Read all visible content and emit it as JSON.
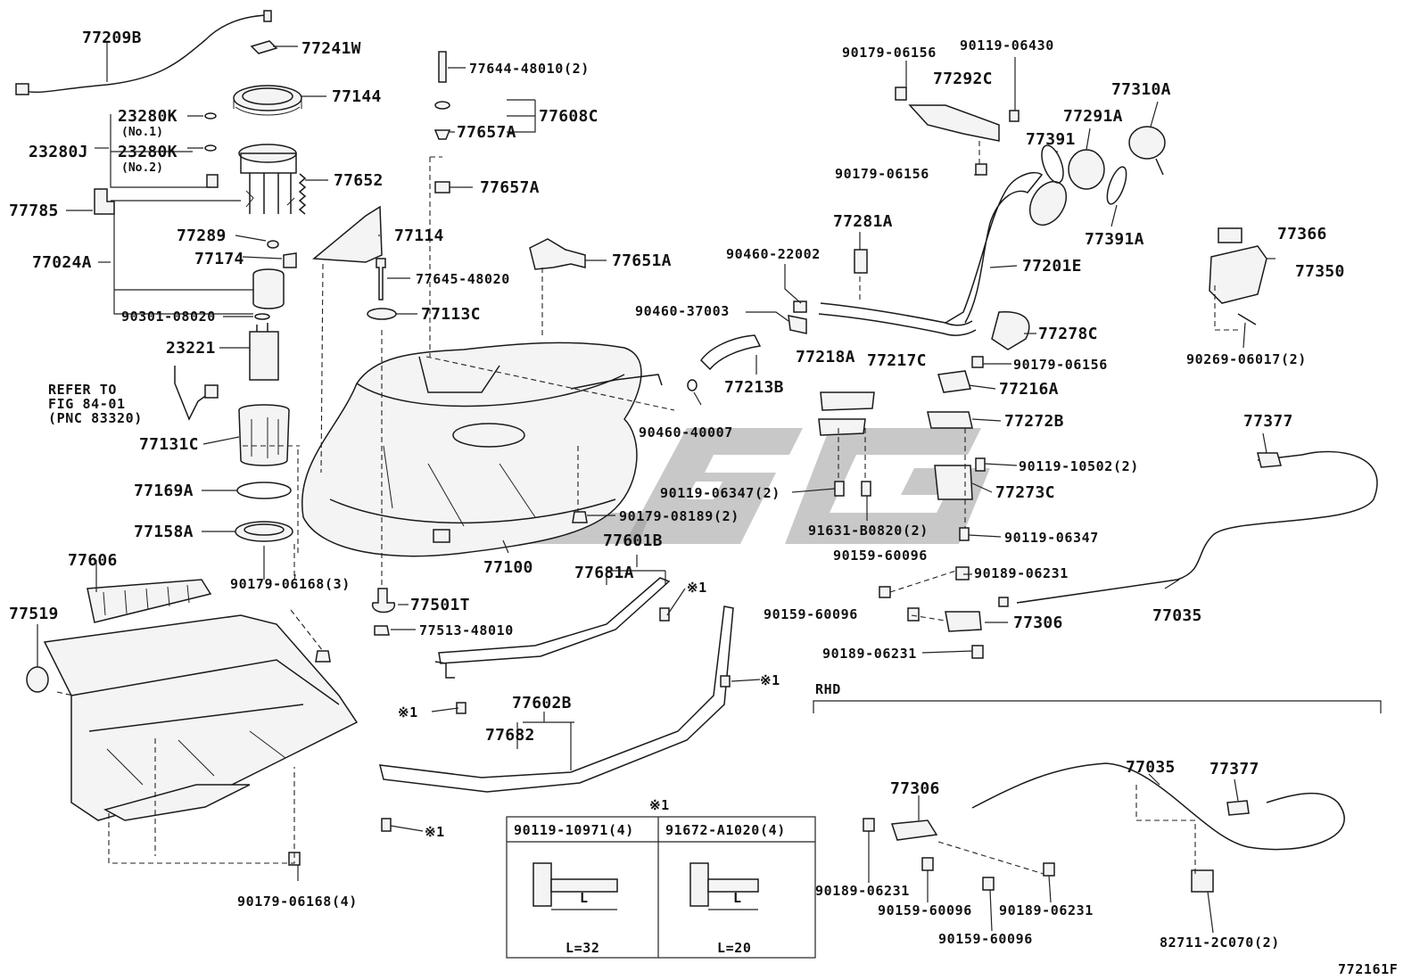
{
  "diagram": {
    "figure_code": "772161F",
    "rhd_label": "RHD",
    "note_symbol": "※1",
    "refer_note": [
      "REFER TO",
      "FIG 84-01",
      "(PNC 83320)"
    ],
    "bolt_table": {
      "mark": "※1",
      "col1": "90119-10971(4)",
      "col2": "91672-A1020(4)",
      "dim1": "L=32",
      "dim2": "L=20",
      "L": "L"
    },
    "labels": {
      "p77209B": "77209B",
      "p77241W": "77241W",
      "p77144": "77144",
      "p23280K_1": "23280K",
      "no1": "(No.1)",
      "p23280J": "23280J",
      "p23280K_2": "23280K",
      "no2": "(No.2)",
      "p77652": "77652",
      "p77785": "77785",
      "p77289": "77289",
      "p77174": "77174",
      "p77024A": "77024A",
      "p77114": "77114",
      "p90301": "90301-08020",
      "p23221": "23221",
      "p77131C": "77131C",
      "p77169A": "77169A",
      "p77158A": "77158A",
      "p77606": "77606",
      "p77519": "77519",
      "p90179_06168_3": "90179-06168(3)",
      "p90179_06168_4": "90179-06168(4)",
      "p77644": "77644-48010(2)",
      "p77608C": "77608C",
      "p77657A_1": "77657A",
      "p77657A_2": "77657A",
      "p77645": "77645-48020",
      "p77113C": "77113C",
      "p77651A": "77651A",
      "p77100": "77100",
      "p77501T": "77501T",
      "p77513": "77513-48010",
      "p90179_08189": "90179-08189(2)",
      "p77601B": "77601B",
      "p77681A": "77681A",
      "p77602B": "77602B",
      "p77682": "77682",
      "p90179_06156_a": "90179-06156",
      "p90119_06430": "90119-06430",
      "p77292C": "77292C",
      "p77310A": "77310A",
      "p77291A": "77291A",
      "p77391": "77391",
      "p90179_06156_b": "90179-06156",
      "p77391A": "77391A",
      "p77281A": "77281A",
      "p77201E": "77201E",
      "p90460_22002": "90460-22002",
      "p90460_37003": "90460-37003",
      "p77278C": "77278C",
      "p77218A": "77218A",
      "p77217C": "77217C",
      "p90179_06156_c": "90179-06156",
      "p77213B": "77213B",
      "p77216A": "77216A",
      "p90460_40007": "90460-40007",
      "p77272B": "77272B",
      "p90119_10502": "90119-10502(2)",
      "p90119_06347_2": "90119-06347(2)",
      "p77273C": "77273C",
      "p91631": "91631-B0820(2)",
      "p90119_06347": "90119-06347",
      "p77366": "77366",
      "p77350": "77350",
      "p90269": "90269-06017(2)",
      "p77377_a": "77377",
      "p90159_60096_a": "90159-60096",
      "p90189_06231_a": "90189-06231",
      "p90159_60096_b": "90159-60096",
      "p77306_a": "77306",
      "p90189_06231_b": "90189-06231",
      "p77035_a": "77035",
      "p77306_b": "77306",
      "p77035_b": "77035",
      "p77377_b": "77377",
      "p90189_06231_c": "90189-06231",
      "p90159_60096_c": "90159-60096",
      "p90189_06231_d": "90189-06231",
      "p90159_60096_d": "90159-60096",
      "p82711": "82711-2C070(2)"
    }
  }
}
